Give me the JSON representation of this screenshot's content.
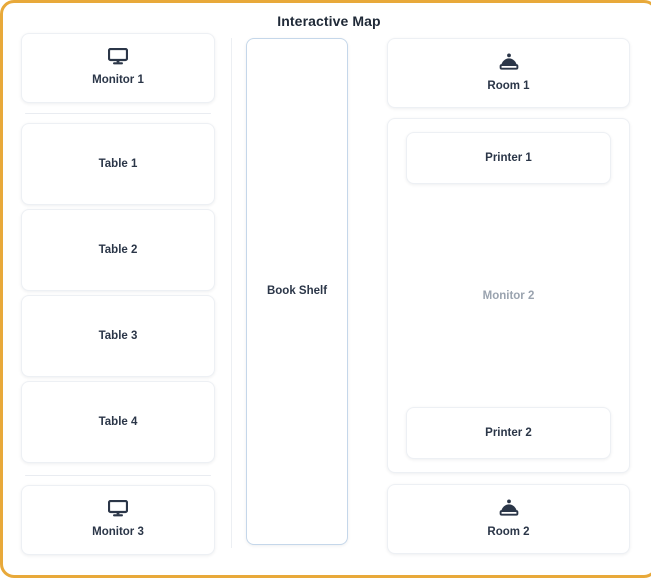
{
  "page": {
    "title": "Interactive Map",
    "frame_border_color": "#e8a93a",
    "card_border_color": "#edf0f4",
    "shelf_border_color": "#c5d7ea",
    "label_color": "#2b3648",
    "muted_label_color": "#9aa3af"
  },
  "left_column": {
    "top": {
      "label": "Monitor 1",
      "icon": "monitor-icon"
    },
    "tables": [
      {
        "label": "Table 1"
      },
      {
        "label": "Table 2"
      },
      {
        "label": "Table 3"
      },
      {
        "label": "Table 4"
      }
    ],
    "bottom": {
      "label": "Monitor 3",
      "icon": "monitor-icon"
    }
  },
  "center_column": {
    "shelf": {
      "label": "Book Shelf"
    }
  },
  "right_column": {
    "room_top": {
      "label": "Room 1",
      "icon": "ceiling-lamp-icon"
    },
    "monitor_zone": {
      "label": "Monitor 2",
      "nested": [
        {
          "label": "Printer 1"
        },
        {
          "label": "Printer 2"
        }
      ]
    },
    "room_bottom": {
      "label": "Room 2",
      "icon": "ceiling-lamp-icon"
    }
  }
}
